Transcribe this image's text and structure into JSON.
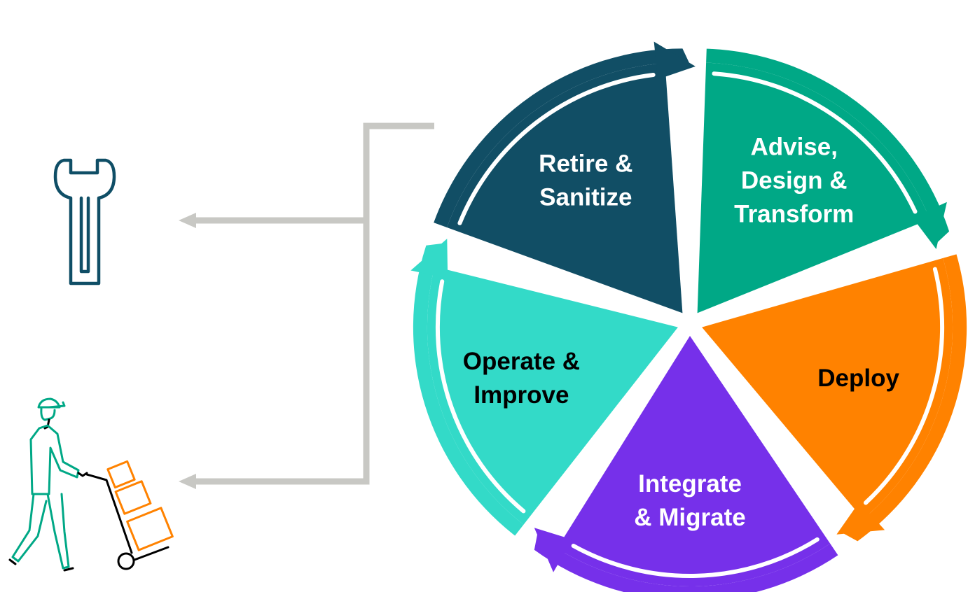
{
  "lifecycle": {
    "segments": [
      {
        "key": "advise",
        "lines": [
          "Advise,",
          "Design &",
          "Transform"
        ],
        "color": "#00a886",
        "text_color": "#ffffff"
      },
      {
        "key": "deploy",
        "lines": [
          "Deploy"
        ],
        "color": "#ff8200",
        "text_color": "#000000"
      },
      {
        "key": "integrate",
        "lines": [
          "Integrate",
          "& Migrate"
        ],
        "color": "#7630ea",
        "text_color": "#ffffff"
      },
      {
        "key": "operate",
        "lines": [
          "Operate &",
          "Improve"
        ],
        "color": "#33dac8",
        "text_color": "#000000"
      },
      {
        "key": "retire",
        "lines": [
          "Retire &",
          "Sanitize"
        ],
        "color": "#114e65",
        "text_color": "#ffffff"
      }
    ]
  },
  "connectors": {
    "color": "#c8c8c4",
    "targets": [
      "wrench-icon",
      "delivery-person-icon"
    ]
  },
  "icons": {
    "top": {
      "name": "wrench-icon",
      "color": "#0f4e66"
    },
    "bottom": {
      "name": "delivery-person-icon",
      "person_color": "#00a886",
      "box_color": "#ff8200",
      "cart_color": "#000000"
    }
  }
}
